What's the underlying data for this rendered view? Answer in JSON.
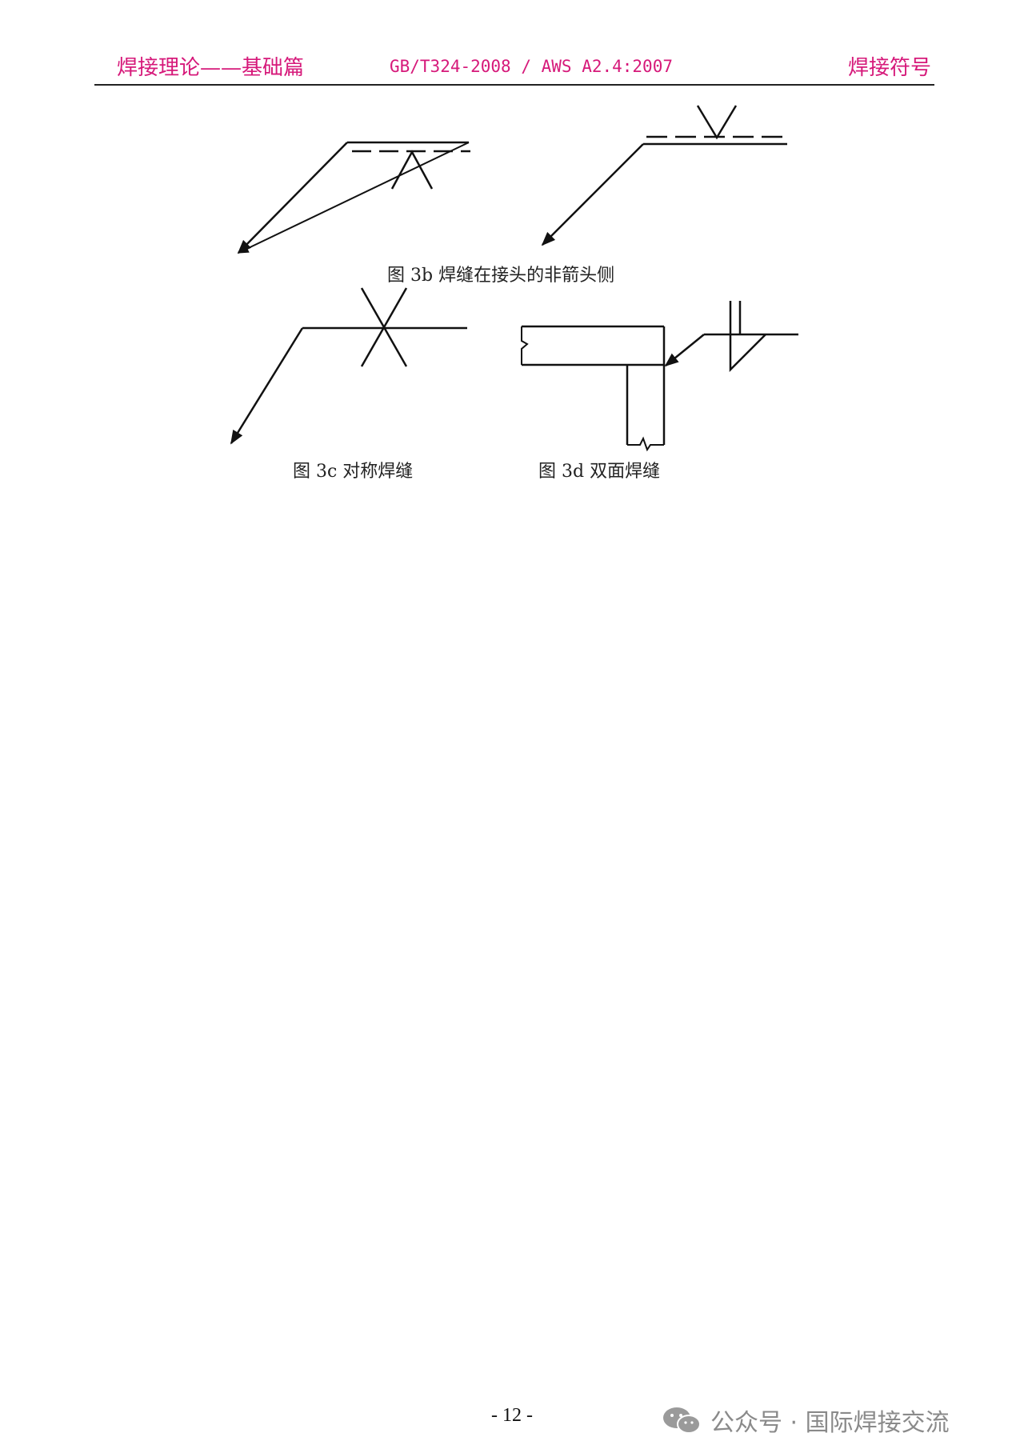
{
  "header": {
    "left": "焊接理论——基础篇",
    "center": "GB/T324-2008 / AWS A2.4:2007",
    "right": "焊接符号"
  },
  "figures": {
    "caption_3b": "图 3b 焊缝在接头的非箭头侧",
    "caption_3c": "图 3c 对称焊缝",
    "caption_3d": "图 3d 双面焊缝"
  },
  "footer": {
    "page_number": "- 12 -",
    "watermark": "公众号 · 国际焊接交流",
    "watermark_icon": "wechat-icon"
  },
  "colors": {
    "header_text": "#d6197a",
    "line": "#111111",
    "watermark": "#8a8a8a"
  }
}
